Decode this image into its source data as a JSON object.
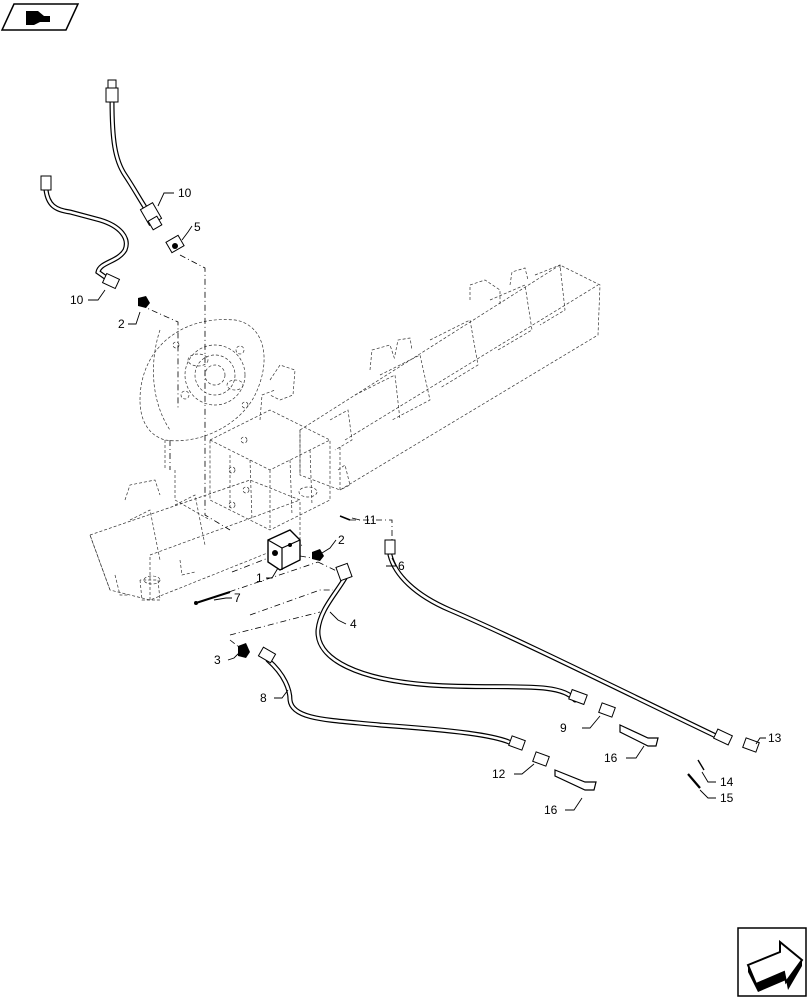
{
  "icons": {
    "top_left": "page-nav-icon",
    "bottom_right": "next-page-arrow-icon"
  },
  "callouts": [
    "1",
    "2",
    "2",
    "3",
    "4",
    "5",
    "6",
    "7",
    "8",
    "9",
    "10",
    "10",
    "11",
    "12",
    "13",
    "14",
    "15",
    "16",
    "16"
  ]
}
